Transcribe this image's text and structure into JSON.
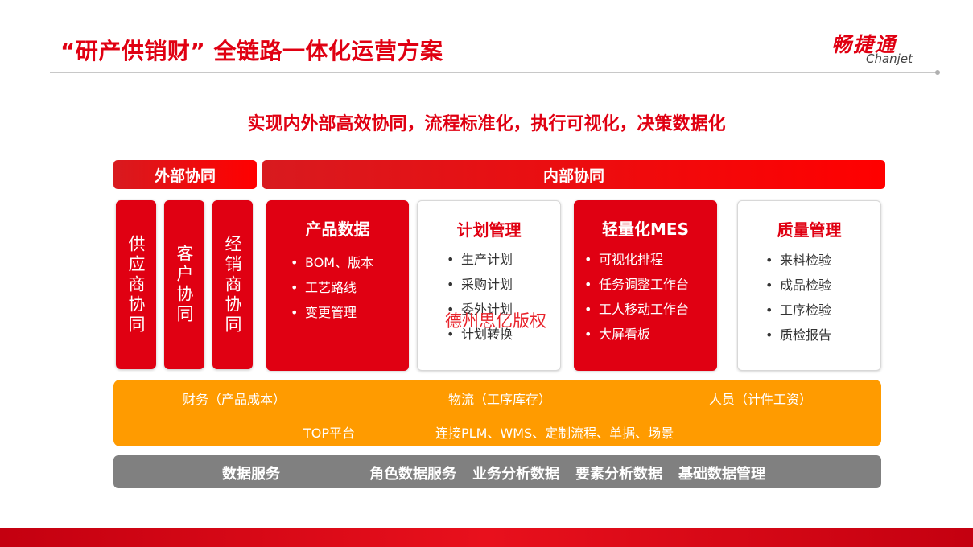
{
  "header": {
    "title": "“研产供销财” 全链路一体化运营方案",
    "logo_cn": "畅捷通",
    "logo_en": "Chanjet"
  },
  "subtitle": "实现内外部高效协同，流程标准化，执行可视化，决策数据化",
  "external": {
    "label": "外部协同",
    "items": [
      "供应商协同",
      "客户协同",
      "经销商协同"
    ]
  },
  "internal": {
    "label": "内部协同",
    "modules": [
      {
        "title": "产品数据",
        "items": [
          "BOM、版本",
          "工艺路线",
          "变更管理"
        ]
      },
      {
        "title": "计划管理",
        "items": [
          "生产计划",
          "采购计划",
          "委外计划",
          "计划转换"
        ]
      },
      {
        "title": "轻量化MES",
        "items": [
          "可视化排程",
          "任务调整工作台",
          "工人移动工作台",
          "大屏看板"
        ]
      },
      {
        "title": "质量管理",
        "items": [
          "来料检验",
          "成品检验",
          "工序检验",
          "质检报告"
        ]
      }
    ]
  },
  "watermark": "德州思亿版权",
  "support": {
    "row1": [
      "财务（产品成本）",
      "物流（工序库存）",
      "人员（计件工资）"
    ],
    "row2_label": "TOP平台",
    "row2_text": "连接PLM、WMS、定制流程、单据、场景"
  },
  "data_service": {
    "label": "数据服务",
    "items": [
      "角色数据服务",
      "业务分析数据",
      "要素分析数据",
      "基础数据管理"
    ]
  },
  "colors": {
    "brand_red": "#e00012",
    "orange": "#ff9b00",
    "gray": "#808080"
  }
}
